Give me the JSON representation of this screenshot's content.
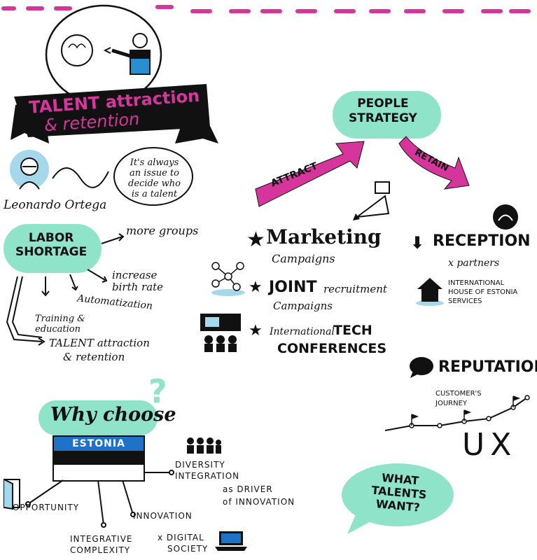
{
  "banner": {
    "line1": "TALENT attraction",
    "line2": "& retention"
  },
  "speaker": {
    "name": "Leonardo Ortega",
    "quote": "It's always an issue to decide who is a talent"
  },
  "labor": {
    "title_1": "LABOR",
    "title_2": "SHORTAGE",
    "more_groups": "more groups",
    "birth_rate": "increase birth rate",
    "automatization": "Automatization",
    "training": "Training & education",
    "talent_1": "TALENT attraction",
    "talent_2": "& retention"
  },
  "people_strategy": {
    "line1": "PEOPLE",
    "line2": "STRATEGY",
    "attract": "ATTRACT",
    "retain": "RETAIN"
  },
  "attract_items": {
    "marketing": "Marketing",
    "marketing_sub": "Campaigns",
    "joint": "JOINT",
    "joint_word": "recruitment",
    "joint_sub": "Campaigns",
    "international": "International",
    "tech": "TECH",
    "conferences": "CONFERENCES"
  },
  "retain_items": {
    "reception": "RECEPTION",
    "partners": "x partners",
    "house_1": "INTERNATIONAL",
    "house_2": "HOUSE OF ESTONIA",
    "house_3": "SERVICES"
  },
  "reputation": {
    "title": "REPUTATION",
    "journey_1": "CUSTOMER'S",
    "journey_2": "JOURNEY",
    "ux": "UX"
  },
  "why": {
    "title": "Why choose",
    "qmark": "?",
    "country": "ESTONIA",
    "opportunity": "OPPORTUNITY",
    "integrative_1": "INTEGRATIVE",
    "integrative_2": "COMPLEXITY",
    "innovation": "INNOVATION",
    "diversity_1": "DIVERSITY",
    "diversity_2": "INTEGRATION",
    "driver_1": "as DRIVER",
    "driver_2": "of INNOVATION",
    "digital_1": "x DIGITAL",
    "digital_2": "SOCIETY"
  },
  "bubble": {
    "line1": "WHAT",
    "line2": "TALENTS",
    "line3": "WANT?"
  },
  "colors": {
    "magenta": "#d6369b",
    "mint": "#8fe3c9",
    "flag_blue": "#1e73c8",
    "black": "#111111"
  }
}
